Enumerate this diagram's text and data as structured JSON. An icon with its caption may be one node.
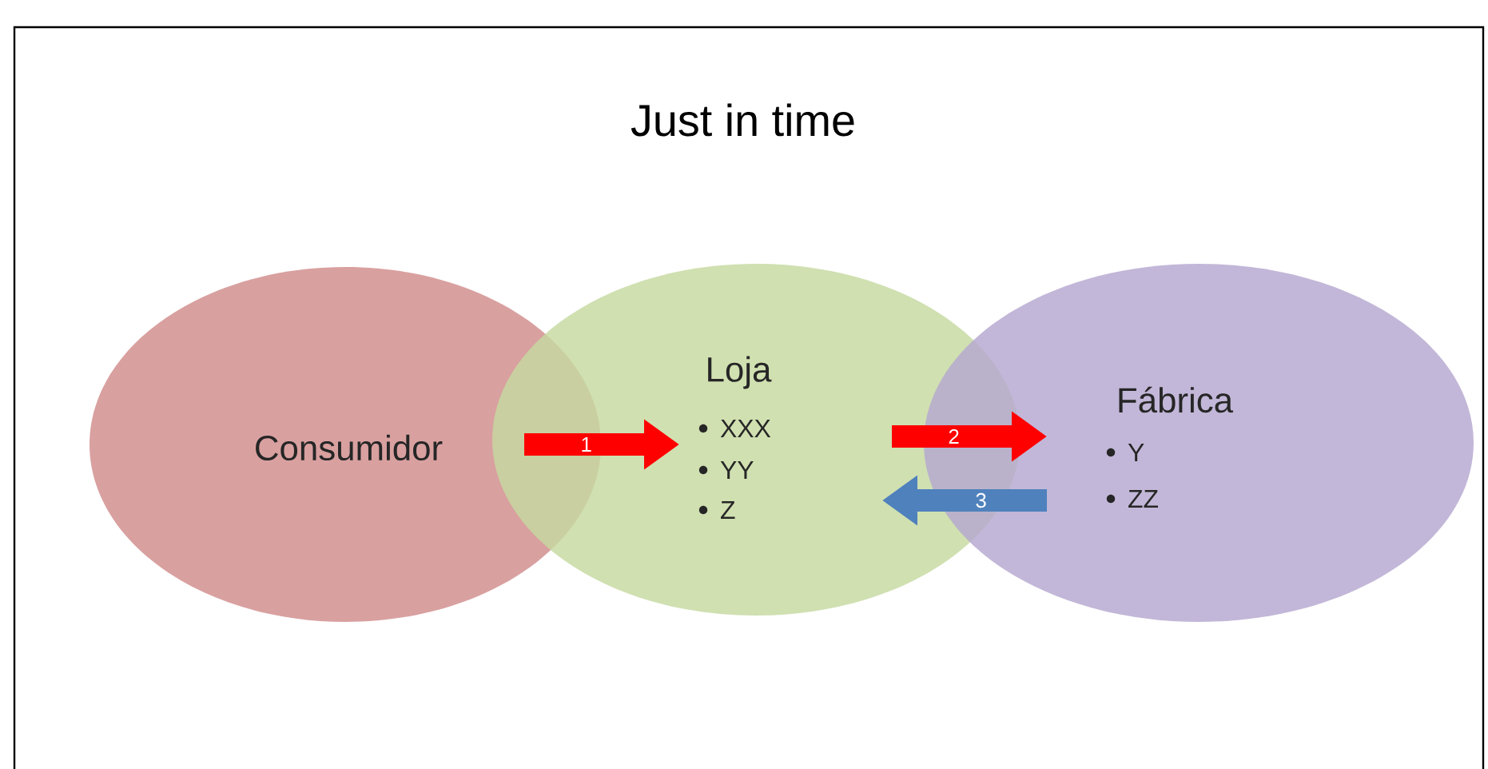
{
  "diagram": {
    "title": "Just in time",
    "nodes": [
      {
        "text": [
          "Consumidor"
        ]
      },
      {
        "text": [
          "Loja",
          "XXX",
          "YY",
          "Z"
        ]
      },
      {
        "text": [
          "Fábrica",
          "Y",
          "ZZ"
        ]
      }
    ],
    "edges": [
      {
        "from": 0,
        "to": 1,
        "arrow": "to",
        "label": "1",
        "color": "#ff0000"
      },
      {
        "from": 1,
        "to": 2,
        "arrow": "to",
        "label": "2",
        "color": "#ff0000"
      },
      {
        "from": 2,
        "to": 1,
        "arrow": "to",
        "label": "3",
        "color": "#4f81bd"
      }
    ]
  }
}
